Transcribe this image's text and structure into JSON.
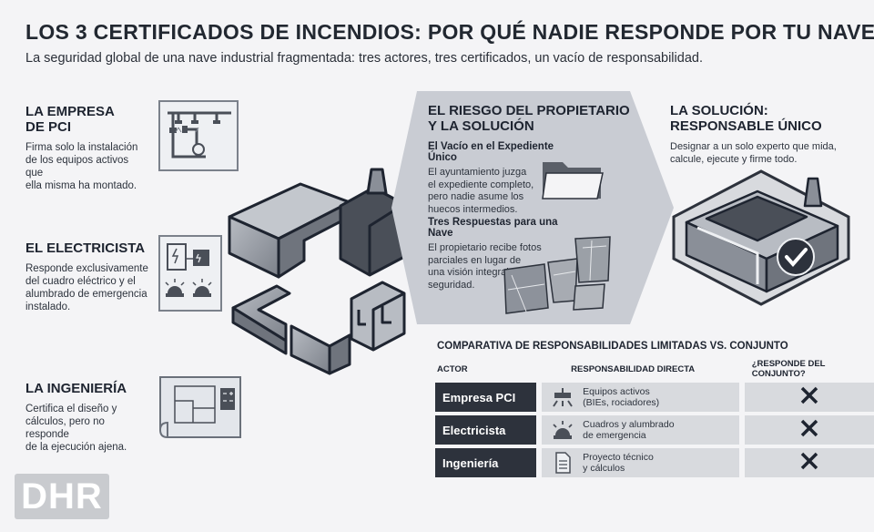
{
  "header": {
    "title": "LOS 3 CERTIFICADOS DE INCENDIOS: POR QUÉ NADIE RESPONDE POR TU NAVE",
    "subtitle": "La seguridad global de una nave industrial fragmentada: tres actores, tres certificados, un vacío de responsabilidad."
  },
  "actors": [
    {
      "title_l1": "LA EMPRESA",
      "title_l2": "DE PCI",
      "desc": [
        "Firma solo la instalación",
        "de los equipos activos que",
        "ella misma ha montado."
      ],
      "icon": "sprinkler-pipes-icon"
    },
    {
      "title_l1": "EL ELECTRICISTA",
      "desc": [
        "Responde exclusivamente",
        "del cuadro eléctrico y el",
        "alumbrado de emergencia",
        "instalado."
      ],
      "icon": "electrical-panel-icon"
    },
    {
      "title_l1": "LA INGENIERÍA",
      "desc": [
        "Certifica el diseño y",
        "cálculos, pero no responde",
        "de la ejecución ajena."
      ],
      "icon": "blueprint-icon"
    }
  ],
  "risk_panel": {
    "title_l1": "EL RIESGO DEL PROPIETARIO",
    "title_l2": "Y LA SOLUCIÓN",
    "block1_title": "El Vacío en el Expediente Único",
    "block1_text": [
      "El ayuntamiento juzga",
      "el expediente completo,",
      "pero nadie asume los",
      "huecos intermedios."
    ],
    "block2_title": "Tres Respuestas para una Nave",
    "block2_text": [
      "El propietario recibe fotos",
      "parciales en lugar de",
      "una visión integral de",
      "seguridad."
    ]
  },
  "solution": {
    "title_l1": "LA SOLUCIÓN:",
    "title_l2": "RESPONSABLE ÚNICO",
    "text": [
      "Designar a un solo experto que mida,",
      "calcule, ejecute y firme todo."
    ]
  },
  "comparison": {
    "title": "COMPARATIVA DE RESPONSABILIDADES LIMITADAS VS. CONJUNTO",
    "headers": [
      "ACTOR",
      "RESPONSABILIDAD DIRECTA",
      "¿RESPONDE DEL CONJUNTO?"
    ],
    "rows": [
      {
        "actor": "Empresa PCI",
        "resp": [
          "Equipos activos",
          "(BIEs, rociadores)"
        ],
        "resp_icon": "sprinkler-icon",
        "answer_icon": "x-icon"
      },
      {
        "actor": "Electricista",
        "resp": [
          "Cuadros y alumbrado",
          "de emergencia"
        ],
        "resp_icon": "alarm-light-icon",
        "answer_icon": "x-icon"
      },
      {
        "actor": "Ingeniería",
        "resp": [
          "Proyecto técnico",
          "y cálculos"
        ],
        "resp_icon": "document-icon",
        "answer_icon": "x-icon"
      }
    ]
  },
  "logo": {
    "text": "DHR"
  },
  "colors": {
    "background": "#f4f4f6",
    "panel": "#c9ccd3",
    "dark": "#2d323c",
    "cell": "#d8dade",
    "metal": "#8a8f98"
  }
}
